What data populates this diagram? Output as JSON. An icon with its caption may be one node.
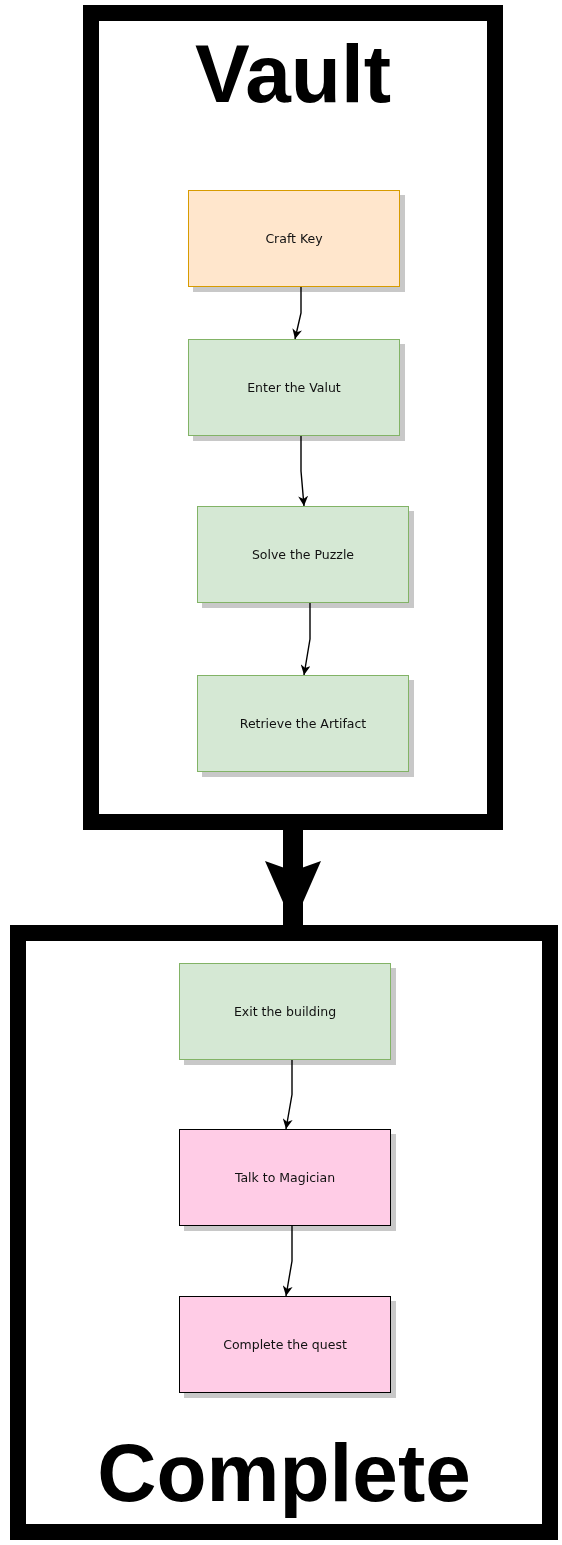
{
  "diagram": {
    "nodes": [
      {
        "text": [
          "Vault"
        ]
      },
      {
        "text": [
          "Craft Key"
        ],
        "in": 0
      },
      {
        "text": [
          "Enter the Valut"
        ],
        "in": 0
      },
      {
        "text": [
          "Solve the Puzzle"
        ],
        "in": 0
      },
      {
        "text": [
          "Retrieve the Artifact"
        ],
        "in": 0
      },
      {
        "text": [
          "Complete"
        ]
      },
      {
        "text": [
          "Exit the building"
        ],
        "in": 5
      },
      {
        "text": [
          "Talk to Magician"
        ],
        "in": 5
      },
      {
        "text": [
          "Complete the quest"
        ],
        "in": 5
      }
    ],
    "edges": [
      {
        "from": 1,
        "to": 2,
        "arrow": "to"
      },
      {
        "from": 2,
        "to": 3,
        "arrow": "to"
      },
      {
        "from": 3,
        "to": 4,
        "arrow": "to"
      },
      {
        "from": 0,
        "to": 5,
        "arrow": "to",
        "style": "thick"
      },
      {
        "from": 6,
        "to": 7,
        "arrow": "to"
      },
      {
        "from": 7,
        "to": 8,
        "arrow": "to"
      }
    ]
  }
}
